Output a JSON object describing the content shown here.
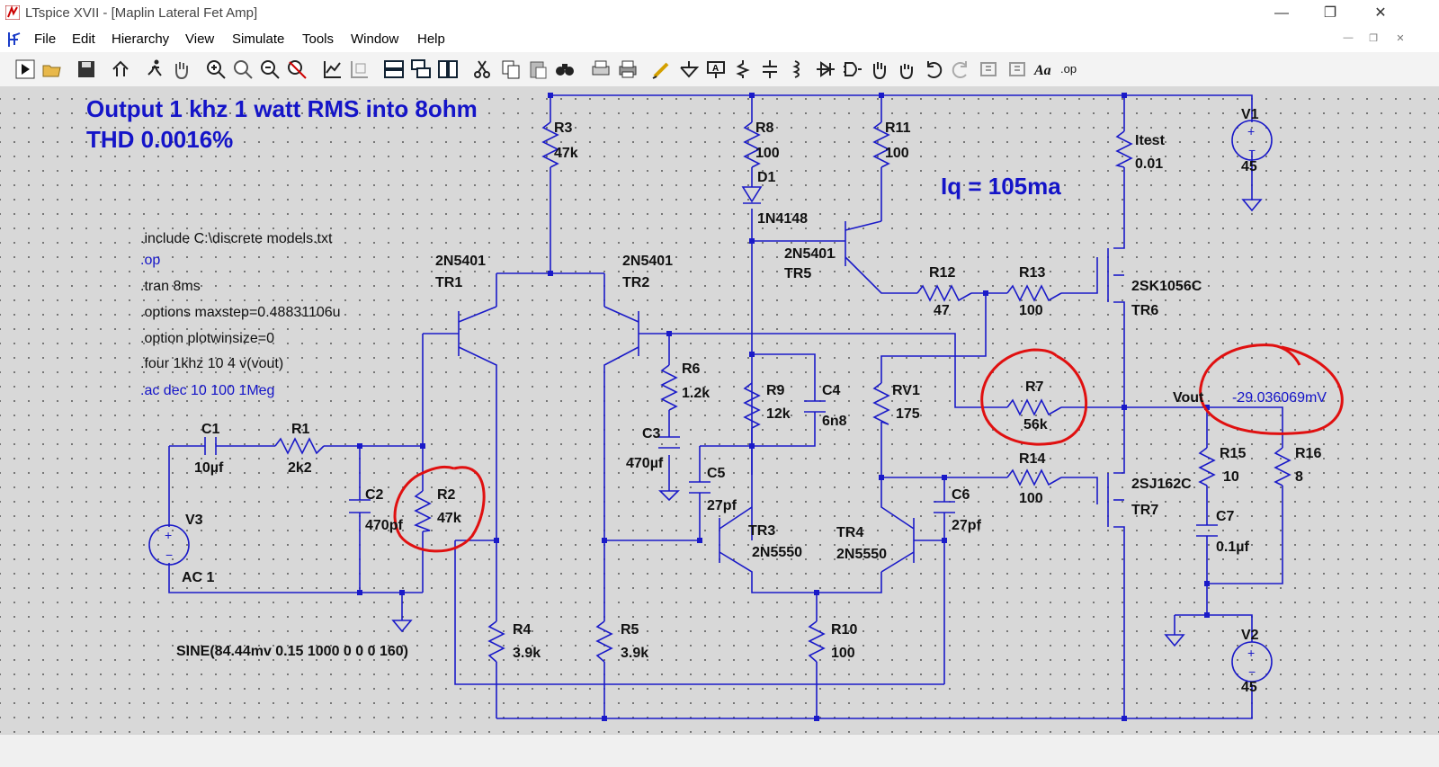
{
  "window": {
    "title": "LTspice XVII - [Maplin Lateral Fet Amp]",
    "controls": {
      "minimize": "—",
      "restore": "❐",
      "close": "✕"
    }
  },
  "menu": [
    "File",
    "Edit",
    "Hierarchy",
    "View",
    "Simulate",
    "Tools",
    "Window",
    "Help"
  ],
  "toolbar_icons": [
    "run-icon",
    "open-icon",
    "save-icon",
    "control-panel-icon",
    "run-man-icon",
    "pan-hand-icon",
    "zoom-in-icon",
    "zoom-area-icon",
    "zoom-out-icon",
    "zoom-cancel-icon",
    "autorange-icon",
    "edit-plot-icon",
    "tile-horizontal-icon",
    "cascade-icon",
    "tile-vertical-icon",
    "cut-icon",
    "copy-icon",
    "paste-icon",
    "find-icon",
    "print-setup-icon",
    "print-icon",
    "wire-icon",
    "ground-icon",
    "label-net-icon",
    "resistor-icon",
    "capacitor-icon",
    "inductor-icon",
    "diode-icon",
    "component-icon",
    "move-icon",
    "drag-icon",
    "undo-icon",
    "redo-icon",
    "rotate-icon",
    "mirror-icon",
    "text-icon",
    "spice-directive-icon"
  ],
  "colors": {
    "wire": "#1a1ac8",
    "annotation": "#1414c8",
    "marker": "#e01010",
    "canvas": "#d8d8d8"
  },
  "notes": {
    "output_line1": "Output 1 khz 1 watt RMS into 8ohm",
    "output_line2": "THD 0.0016%",
    "iq": "Iq = 105ma"
  },
  "directives": [
    ".include C:\\discrete models.txt",
    ".op",
    ".tran 8ms",
    ".options maxstep=0.48831106u",
    ".option plotwinsize=0",
    ".four 1khz 10 4 v(vout)",
    ".ac dec 10 100 1Meg"
  ],
  "source_v3": {
    "name": "V3",
    "value": "AC 1",
    "sine": "SINE(84.44mv 0.15 1000 0 0 0 160)"
  },
  "components": {
    "R3": "47k",
    "R8": "100",
    "R11": "100",
    "D1": "1N4148",
    "Itest": "0.01",
    "V1": "45",
    "V2": "45",
    "C1": "10µf",
    "R1": "2k2",
    "C2": "470pf",
    "R2": "47k",
    "TR1": "2N5401",
    "TR2": "2N5401",
    "TR5": "2N5401",
    "R12": "47",
    "R13": "100",
    "TR6": "2SK1056C",
    "R6": "1.2k",
    "C3": "470µf",
    "R9": "12k",
    "C4": "6n8",
    "RV1": "175",
    "R7": "56k",
    "C5": "27pf",
    "C6": "27pf",
    "R14": "100",
    "TR7": "2SJ162C",
    "TR3": "2N5550",
    "TR4": "2N5550",
    "R15": "10",
    "R16": "8",
    "C7": "0.1µf",
    "R4": "3.9k",
    "R5": "3.9k",
    "R10": "100"
  },
  "vout": {
    "label": "Vout",
    "value": "-29.036069mV"
  }
}
